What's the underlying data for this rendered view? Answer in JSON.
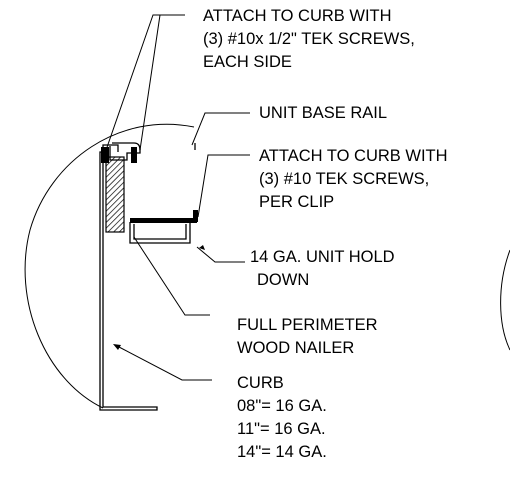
{
  "callouts": {
    "attach_curb_screws": [
      "ATTACH TO CURB WITH",
      "(3) #10x 1/2\" TEK SCREWS,",
      "EACH SIDE"
    ],
    "unit_base_rail": [
      "UNIT BASE RAIL"
    ],
    "attach_clip_screws": [
      "ATTACH TO CURB WITH",
      "(3) #10 TEK SCREWS,",
      "PER CLIP"
    ],
    "hold_down": [
      "14 GA. UNIT HOLD",
      "DOWN"
    ],
    "wood_nailer": [
      "FULL PERIMETER",
      "WOOD NAILER"
    ],
    "curb": [
      "CURB",
      "08\"= 16 GA.",
      "11\"= 16 GA.",
      "14\"= 14 GA."
    ]
  },
  "colors": {
    "line": "#000000",
    "background": "#ffffff"
  }
}
